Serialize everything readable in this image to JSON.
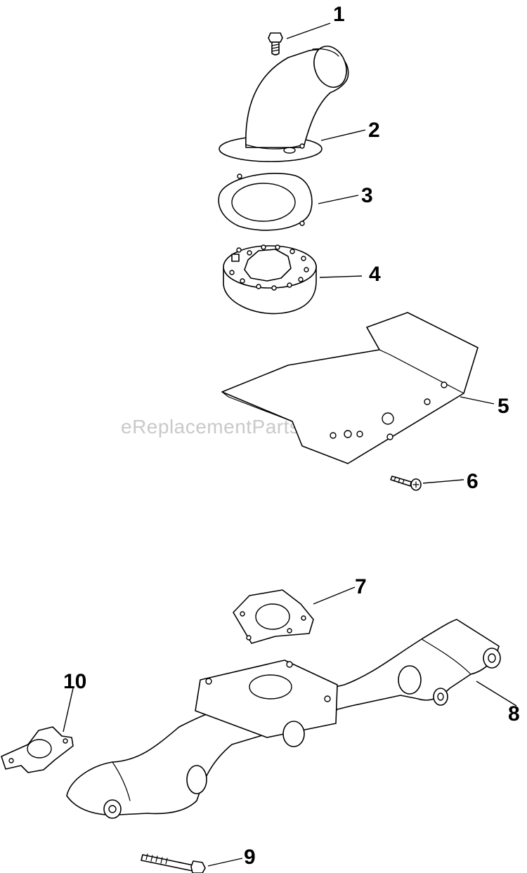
{
  "watermark": "eReplacementParts.com",
  "colors": {
    "line": "#000000",
    "background": "#ffffff",
    "watermark": "#c9c9c9"
  },
  "callouts": [
    {
      "id": "1",
      "label": "1"
    },
    {
      "id": "2",
      "label": "2"
    },
    {
      "id": "3",
      "label": "3"
    },
    {
      "id": "4",
      "label": "4"
    },
    {
      "id": "5",
      "label": "5"
    },
    {
      "id": "6",
      "label": "6"
    },
    {
      "id": "7",
      "label": "7"
    },
    {
      "id": "8",
      "label": "8"
    },
    {
      "id": "9",
      "label": "9"
    },
    {
      "id": "10",
      "label": "10"
    }
  ]
}
